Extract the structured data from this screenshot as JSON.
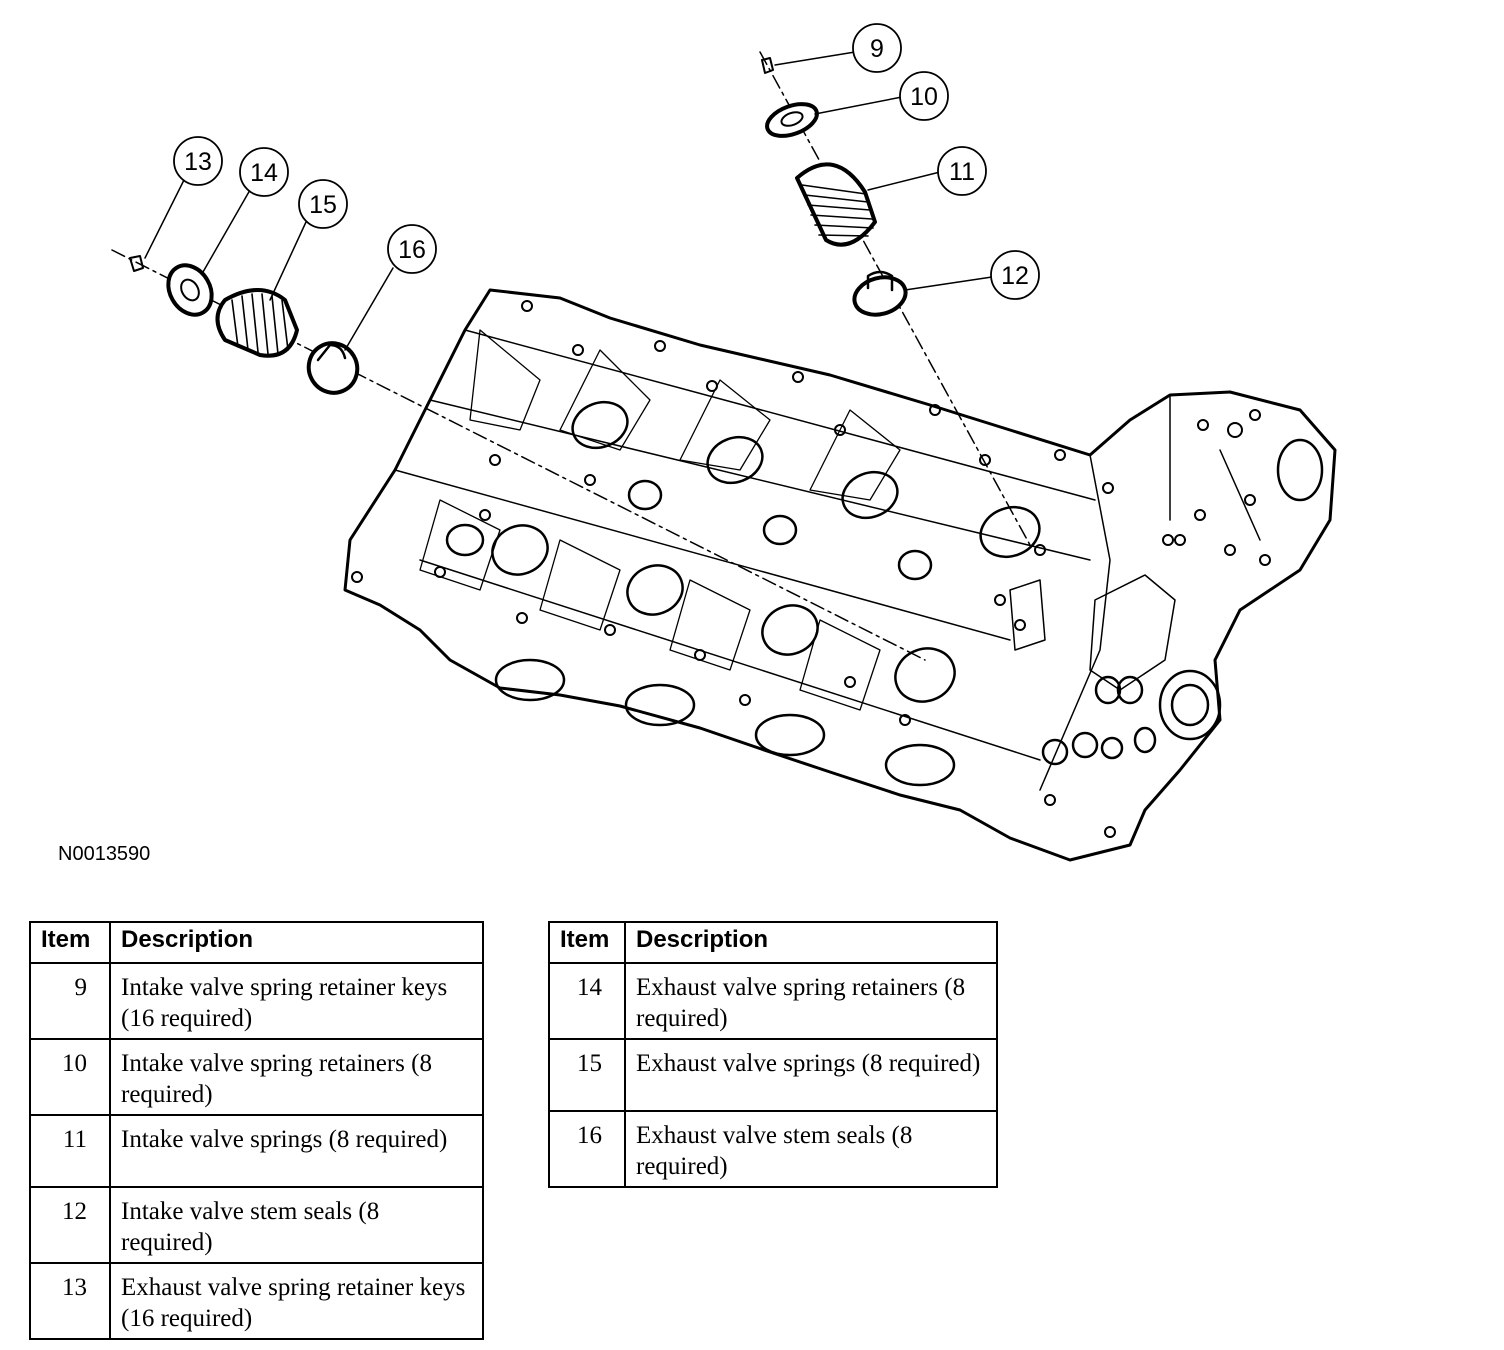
{
  "figure_id": "N0013590",
  "callouts": [
    "9",
    "10",
    "11",
    "12",
    "13",
    "14",
    "15",
    "16"
  ],
  "tables": [
    {
      "headers": [
        "Item",
        "Description"
      ],
      "rows": [
        {
          "item": "9",
          "description": "Intake valve spring retainer keys (16 required)"
        },
        {
          "item": "10",
          "description": "Intake valve spring retainers (8 required)"
        },
        {
          "item": "11",
          "description": "Intake valve springs (8 required)"
        },
        {
          "item": "12",
          "description": "Intake valve stem seals (8 required)"
        },
        {
          "item": "13",
          "description": "Exhaust valve spring retainer keys (16 required)"
        }
      ]
    },
    {
      "headers": [
        "Item",
        "Description"
      ],
      "rows": [
        {
          "item": "14",
          "description": "Exhaust valve spring retainers (8 required)"
        },
        {
          "item": "15",
          "description": "Exhaust valve springs (8 required)"
        },
        {
          "item": "16",
          "description": "Exhaust valve stem seals (8 required)"
        }
      ]
    }
  ]
}
